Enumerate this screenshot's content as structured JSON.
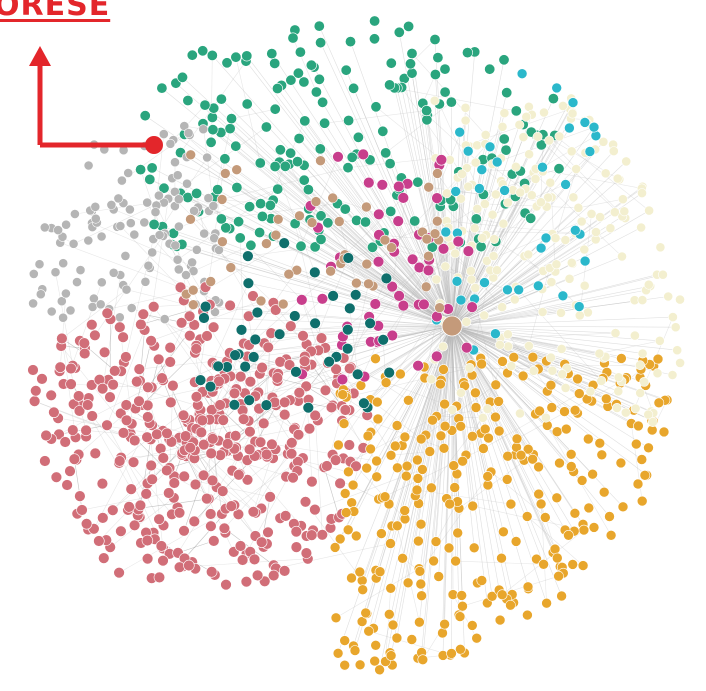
{
  "callout": {
    "label": "ORESE",
    "color": "#e3262b"
  },
  "network": {
    "edge_color": "#b9b9b9",
    "dense_edge_color": "#555555",
    "background": "#ffffff",
    "clusters": [
      {
        "name": "green",
        "color": "#2aa57e"
      },
      {
        "name": "gray",
        "color": "#b5b5b5"
      },
      {
        "name": "red",
        "color": "#d16e78"
      },
      {
        "name": "orange",
        "color": "#e8a62c"
      },
      {
        "name": "cream",
        "color": "#f3efcf"
      },
      {
        "name": "cyan",
        "color": "#2bb8cb"
      },
      {
        "name": "magenta",
        "color": "#c83e8c"
      },
      {
        "name": "tan",
        "color": "#c49a7a"
      },
      {
        "name": "teal",
        "color": "#0f6f6c"
      }
    ]
  }
}
